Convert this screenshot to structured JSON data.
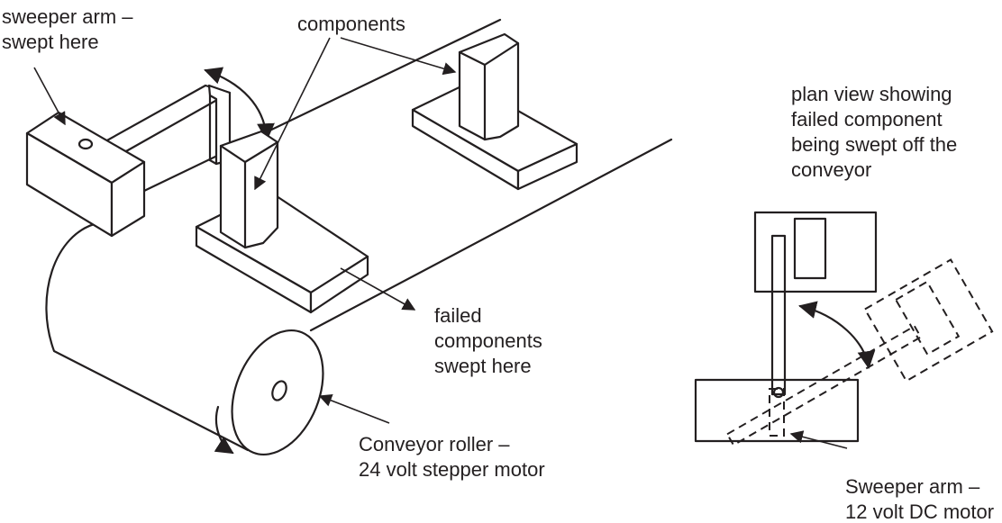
{
  "labels": {
    "sweeper_arm_top_line1": "sweeper arm –",
    "sweeper_arm_top_line2": "swept here",
    "components": "components",
    "plan_view_line1": "plan view showing",
    "plan_view_line2": "failed component",
    "plan_view_line3": "being swept off the",
    "plan_view_line4": "conveyor",
    "failed_line1": "failed",
    "failed_line2": "components",
    "failed_line3": "swept here",
    "roller_line1": "Conveyor roller –",
    "roller_line2": "24 volt stepper motor",
    "sweeper_motor_line1": "Sweeper arm –",
    "sweeper_motor_line2": "12 volt DC motor"
  },
  "colors": {
    "ink": "#231f20",
    "background": "#ffffff"
  }
}
